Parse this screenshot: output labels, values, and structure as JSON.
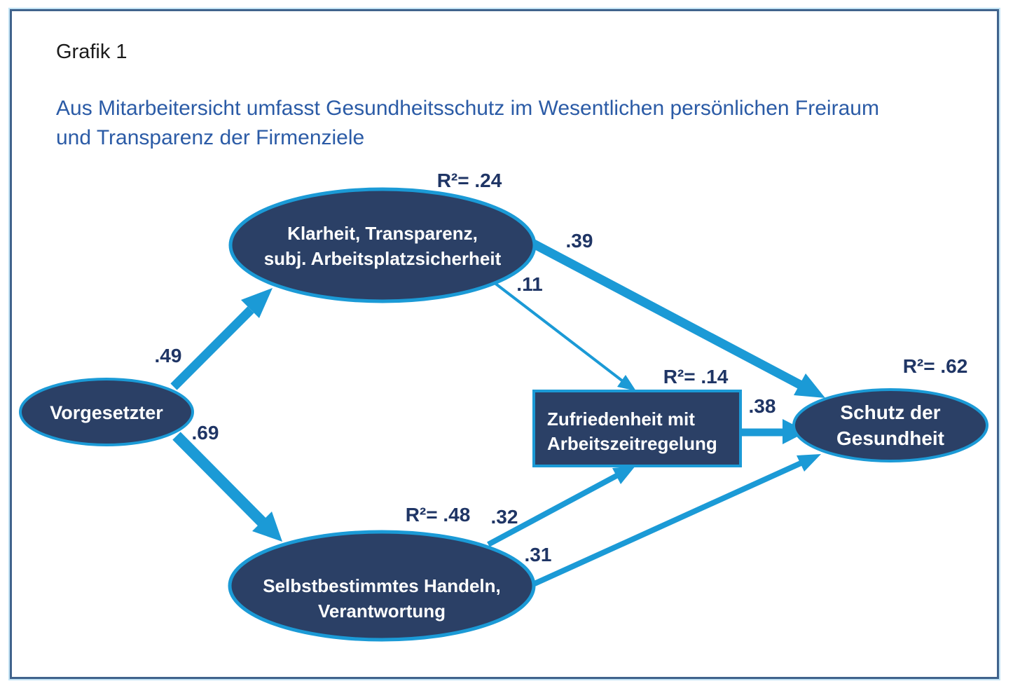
{
  "header": {
    "title": "Grafik 1",
    "subtitle": "Aus Mitarbeitersicht umfasst Gesundheitsschutz im Wesentlichen persönlichen Freiraum und Transparenz der Firmenziele"
  },
  "colors": {
    "node_fill": "#2b4066",
    "node_border": "#1b9ad6",
    "arrow": "#1b9ad6",
    "coefficient_text": "#1f3565",
    "subtitle_text": "#2b5ba6",
    "node_text": "#ffffff",
    "frame_border": "#40638c",
    "frame_halo": "#c3e4f5"
  },
  "nodes": {
    "vorgesetzter": {
      "shape": "ellipse",
      "label": "Vorgesetzter"
    },
    "klarheit": {
      "shape": "ellipse",
      "line1": "Klarheit, Transparenz,",
      "line2": "subj. Arbeitsplatzsicherheit",
      "r2": "R²= .24"
    },
    "selbstbestimmt": {
      "shape": "ellipse",
      "line1": "Selbstbestimmtes Handeln,",
      "line2": "Verantwortung",
      "r2": "R²= .48"
    },
    "zufriedenheit": {
      "shape": "rectangle",
      "line1": "Zufriedenheit mit",
      "line2": "Arbeitszeitregelung",
      "r2": "R²= .14"
    },
    "schutz": {
      "shape": "ellipse",
      "line1": "Schutz der",
      "line2": "Gesundheit",
      "r2": "R²= .62"
    }
  },
  "edges": [
    {
      "from": "Vorgesetzter",
      "to": "Klarheit, Transparenz, subj. Arbeitsplatzsicherheit",
      "coefficient": ".49",
      "weight": "thick"
    },
    {
      "from": "Vorgesetzter",
      "to": "Selbstbestimmtes Handeln, Verantwortung",
      "coefficient": ".69",
      "weight": "thick"
    },
    {
      "from": "Klarheit, Transparenz, subj. Arbeitsplatzsicherheit",
      "to": "Schutz der Gesundheit",
      "coefficient": ".39",
      "weight": "thick"
    },
    {
      "from": "Klarheit, Transparenz, subj. Arbeitsplatzsicherheit",
      "to": "Zufriedenheit mit Arbeitszeitregelung",
      "coefficient": ".11",
      "weight": "thin"
    },
    {
      "from": "Selbstbestimmtes Handeln, Verantwortung",
      "to": "Zufriedenheit mit Arbeitszeitregelung",
      "coefficient": ".32",
      "weight": "medium"
    },
    {
      "from": "Selbstbestimmtes Handeln, Verantwortung",
      "to": "Schutz der Gesundheit",
      "coefficient": ".31",
      "weight": "medium"
    },
    {
      "from": "Zufriedenheit mit Arbeitszeitregelung",
      "to": "Schutz der Gesundheit",
      "coefficient": ".38",
      "weight": "medium"
    }
  ]
}
